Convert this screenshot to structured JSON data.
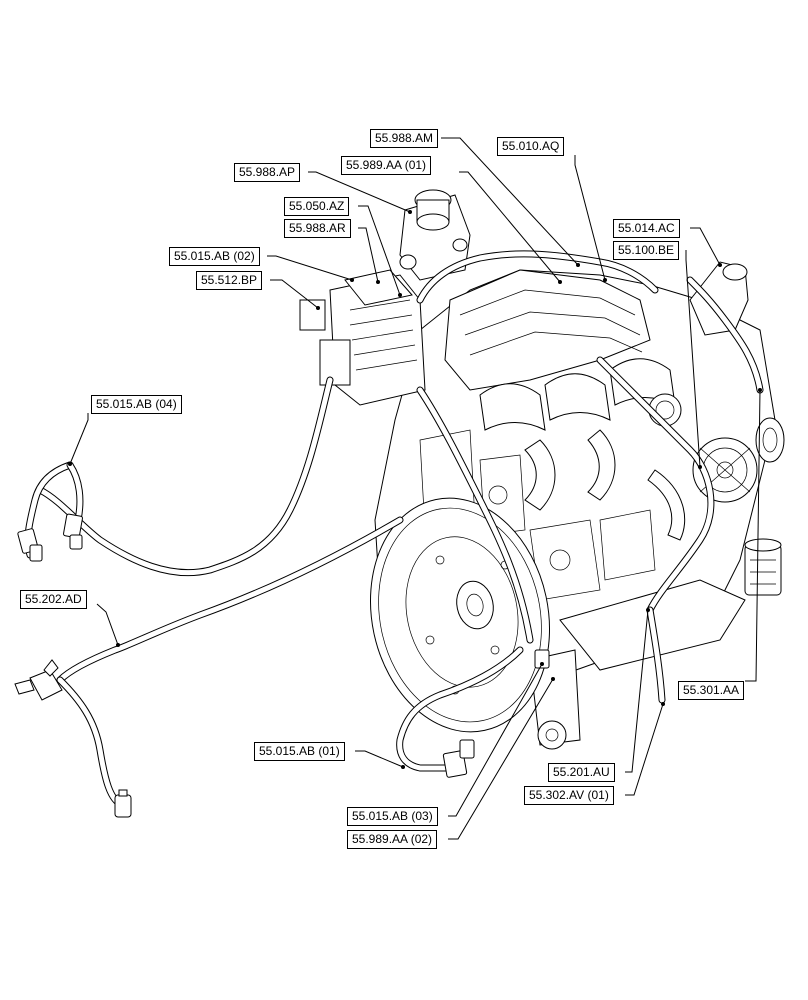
{
  "diagram": {
    "callouts": [
      {
        "id": "c-55-988-am",
        "text": "55.988.AM"
      },
      {
        "id": "c-55-010-aq",
        "text": "55.010.AQ"
      },
      {
        "id": "c-55-989-aa-01",
        "text": "55.989.AA (01)"
      },
      {
        "id": "c-55-988-ap",
        "text": "55.988.AP"
      },
      {
        "id": "c-55-050-az",
        "text": "55.050.AZ"
      },
      {
        "id": "c-55-988-ar",
        "text": "55.988.AR"
      },
      {
        "id": "c-55-014-ac",
        "text": "55.014.AC"
      },
      {
        "id": "c-55-100-be",
        "text": "55.100.BE"
      },
      {
        "id": "c-55-015-ab-02",
        "text": "55.015.AB (02)"
      },
      {
        "id": "c-55-512-bp",
        "text": "55.512.BP"
      },
      {
        "id": "c-55-015-ab-04",
        "text": "55.015.AB (04)"
      },
      {
        "id": "c-55-202-ad",
        "text": "55.202.AD"
      },
      {
        "id": "c-55-301-aa",
        "text": "55.301.AA"
      },
      {
        "id": "c-55-015-ab-01",
        "text": "55.015.AB (01)"
      },
      {
        "id": "c-55-201-au",
        "text": "55.201.AU"
      },
      {
        "id": "c-55-302-av-01",
        "text": "55.302.AV (01)"
      },
      {
        "id": "c-55-015-ab-03",
        "text": "55.015.AB (03)"
      },
      {
        "id": "c-55-989-aa-02",
        "text": "55.989.AA (02)"
      }
    ]
  }
}
